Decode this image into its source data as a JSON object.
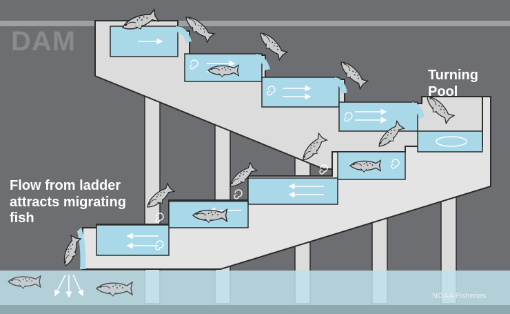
{
  "labels": {
    "dam": "DAM",
    "turning_pool": "Turning Pool",
    "flow_line1": "Flow from ladder",
    "flow_line2": "attracts migrating",
    "flow_line3": "fish",
    "credit": "NOAA Fisheries"
  },
  "colors": {
    "background": "#6d6e71",
    "dam_top_band": "#9fa0a3",
    "concrete": "#dcdcdc",
    "concrete_edge": "#2b2b2b",
    "water": "#a9d8e8",
    "water_deep": "#7fc1da",
    "river_band": "#bfe0ea",
    "fish_silver": "#c9cbcc",
    "fish_spots": "#333333"
  },
  "icons": {
    "fish": "salmon-icon",
    "flow": "flow-arrow-icon",
    "swirl": "swirl-icon"
  }
}
